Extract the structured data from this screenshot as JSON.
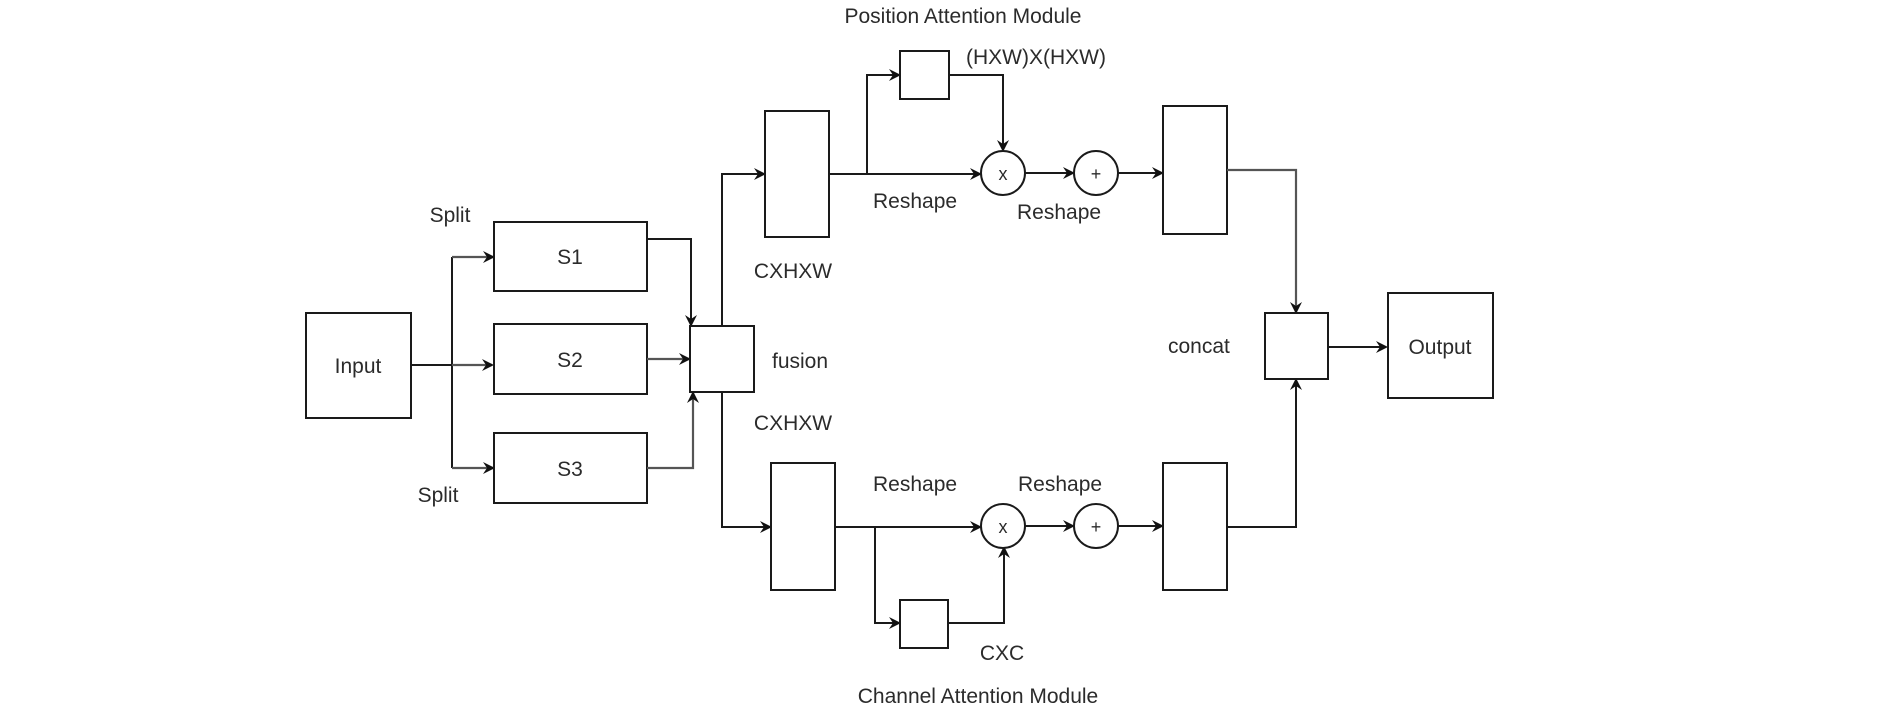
{
  "diagram": {
    "modules": {
      "position_title": "Position Attention Module",
      "channel_title": "Channel Attention Module"
    },
    "nodes": {
      "input": "Input",
      "s1": "S1",
      "s2": "S2",
      "s3": "S3",
      "output": "Output"
    },
    "labels": {
      "split_top": "Split",
      "split_bottom": "Split",
      "fusion": "fusion",
      "dims_upper": "CXHXW",
      "dims_lower": "CXHXW",
      "position_attention_map": "(HXW)X(HXW)",
      "channel_attention_map": "CXC",
      "reshape_upper_1": "Reshape",
      "reshape_upper_2": "Reshape",
      "reshape_lower_1": "Reshape",
      "reshape_lower_2": "Reshape",
      "concat": "concat"
    },
    "operators": {
      "multiply": "x",
      "add": "+"
    }
  }
}
